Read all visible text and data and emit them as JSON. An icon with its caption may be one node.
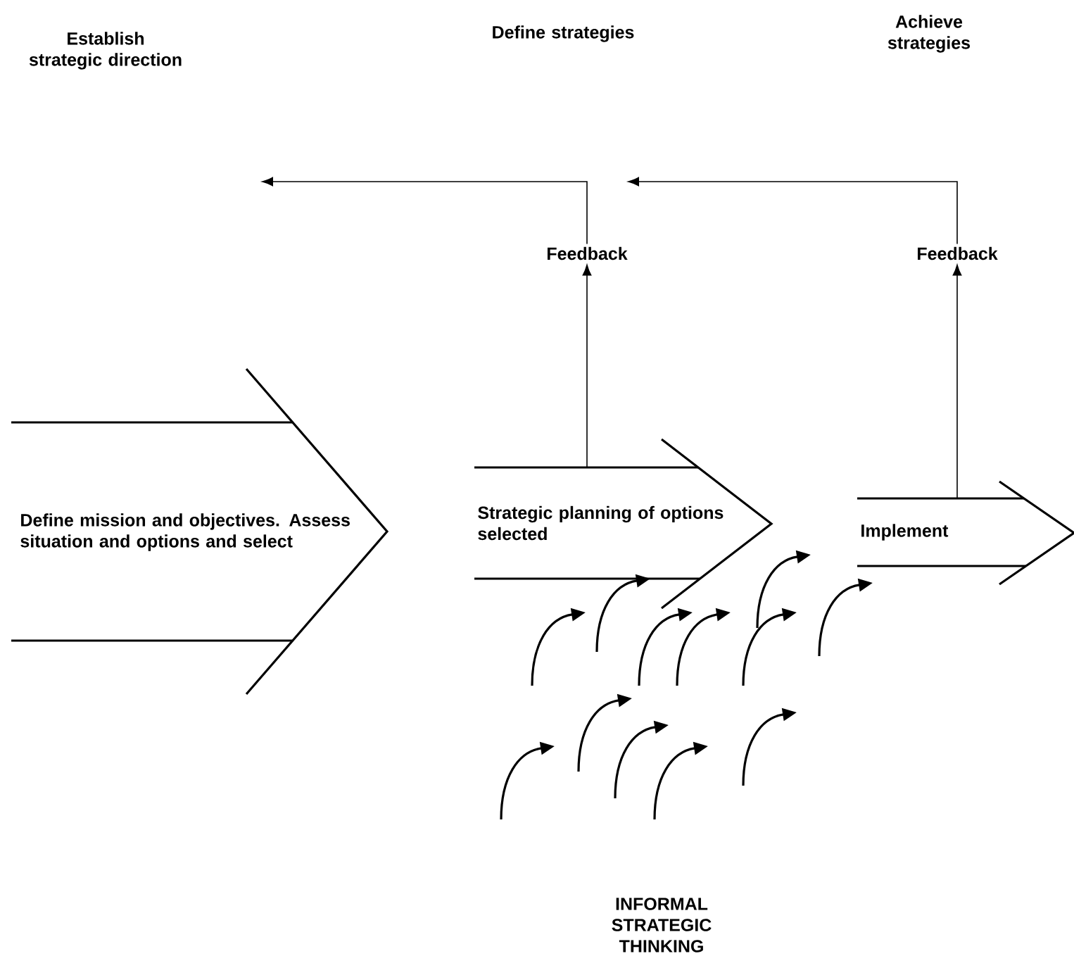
{
  "diagram": {
    "nodes": [
      {
        "text": [
          "Define mission and objectives. Assess situation and options and select"
        ]
      },
      {
        "text": [
          "Strategic planning of options selected"
        ]
      },
      {
        "text": [
          "Implement"
        ]
      },
      {
        "text": [
          "Feedback"
        ]
      },
      {
        "text": [
          "Feedback"
        ]
      }
    ],
    "edges": [
      {
        "from": 1,
        "to": 3,
        "arrow": "to"
      },
      {
        "from": 3,
        "to": null,
        "arrow": "to"
      },
      {
        "from": 2,
        "to": 4,
        "arrow": "to"
      },
      {
        "from": 4,
        "to": null,
        "arrow": "to"
      }
    ],
    "labels": [
      "Establish strategic direction",
      "Define strategies",
      "Achieve strategies",
      "INFORMAL STRATEGIC THINKING"
    ]
  }
}
